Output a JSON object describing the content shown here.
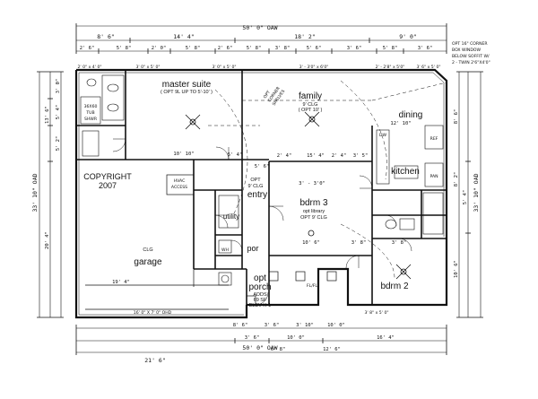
{
  "overall": {
    "top_width": "50' 0\" OAW",
    "bottom_width": "50' 0\" OAW",
    "left_depth": "33' 10\" OAD",
    "right_depth": "33' 10\" OAD"
  },
  "top_dims": [
    "8' 6\"",
    "14' 4\"",
    "18' 2\"",
    "9' 0\""
  ],
  "top_sub_dims": [
    "2' 6\"",
    "5' 8\"",
    "2' 0\"",
    "5' 8\"",
    "2' 6\"",
    "5' 8\"",
    "3' 8\"",
    "5' 6\"",
    "3' 6\"",
    "5' 8\"",
    "3' 6\""
  ],
  "window_notes": [
    "2' 0\" x 4' 0\"",
    "3' 0\" x 5' 0\"",
    "3' 0\" x 5' 0\"",
    "3' - 3'0\" x 6'0\"",
    "2' - 2'8\" x 5'0\"",
    "3' 6\" x 5' 0\""
  ],
  "corner_note": [
    "OPT 16\" CORNER",
    "BOX WINDOW",
    "BELOW SOFFIT W/",
    "2 - TWIN 2'6\"X4'0\""
  ],
  "left_dims": [
    "3' 0\"",
    "5' 4\"",
    "5' 2\"",
    "20' 4\"",
    "13' 6\""
  ],
  "right_dims": [
    "8' 6\"",
    "8' 2\"",
    "10' 6\"",
    "5' 4\""
  ],
  "bottom_dims": [
    "21' 6\"",
    "3' 6\"",
    "10' 0\"",
    "6' 8\"",
    "12' 6\"",
    "16' 4\""
  ],
  "bottom_sub_dims": [
    "8' 6\"",
    "3' 6\"",
    "3' 10\"",
    "10' 0\""
  ],
  "copyright": [
    "COPYRIGHT",
    "2007"
  ],
  "hvac": [
    "HVAC",
    "ACCESS"
  ],
  "rooms": {
    "master_suite": {
      "name": "master suite",
      "note": "( OPT 9L UP TO 5'-10' )"
    },
    "family": {
      "name": "family",
      "note": "9' CLG",
      "note2": "( OPT 10' )"
    },
    "dining": {
      "name": "dining"
    },
    "kitchen": {
      "name": "kitchen"
    },
    "entry": {
      "name": "entry",
      "note": "OPT",
      "note2": "9' CLG"
    },
    "bdrm3": {
      "name": "bdrm 3",
      "note": "opt library",
      "note2": "OPT 9' CLG"
    },
    "utility": {
      "name": "utility"
    },
    "garage": {
      "name": "garage",
      "note": "CLG"
    },
    "por": {
      "name": "por"
    },
    "opt_porch": {
      "name": "opt",
      "name2": "porch",
      "note": "ADDS",
      "note2": "69 SF",
      "note3": "ELEV H-1"
    },
    "bdrm2": {
      "name": "bdrm 2"
    }
  },
  "interior_dims": [
    "10' 10\"",
    "15' 4\"",
    "12' 10\"",
    "10' 6\"",
    "3' 8\"",
    "3' 8\"",
    "5' 4\"",
    "5' 6\"",
    "2' 4\"",
    "2' 4\"",
    "3' 5\"",
    "3' - 3'0\""
  ],
  "tub_note": [
    "36X60",
    "TUB",
    "SHWR"
  ],
  "garage_door": "16' 0\" X 7' 0\" OHD",
  "garage_dim": "19' 4\"",
  "bdrm2_window": "3' 8\" x 5' 0\"",
  "fplfl": "FL/FL",
  "ref": "REF",
  "dw": "DW",
  "pan": "PAN",
  "wh": "WH",
  "opt_corner": [
    "OPT",
    "CORNER",
    "SHELVES"
  ]
}
